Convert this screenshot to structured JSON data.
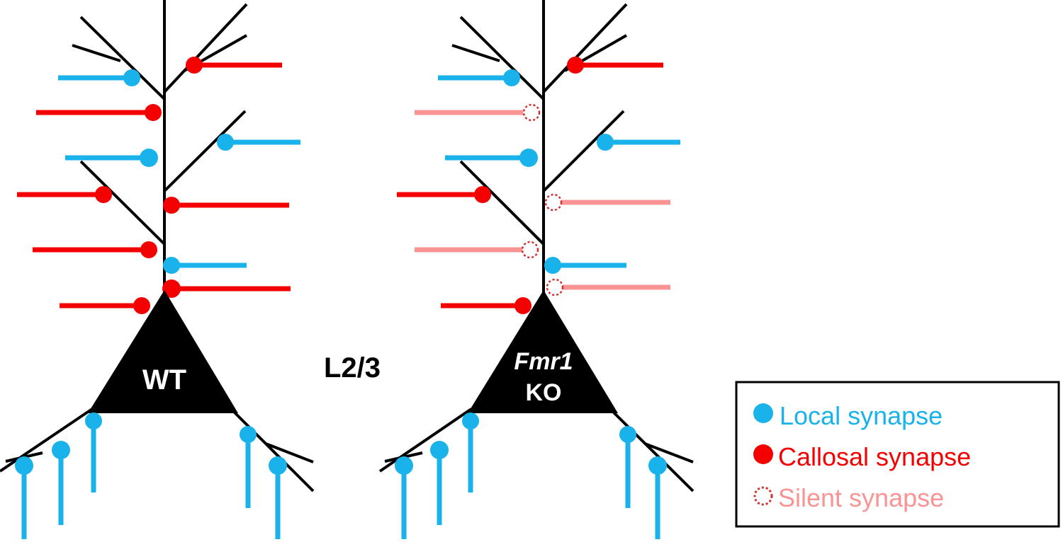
{
  "labels": {
    "wt": "WT",
    "layer": "L2/3",
    "ko_gene": "Fmr1",
    "ko_suffix": "KO"
  },
  "legend": {
    "local": "Local synapse",
    "callosal": "Callosal synapse",
    "silent": "Silent synapse"
  },
  "colors": {
    "local": "#1ab2ea",
    "callosal": "#f40000",
    "silent": "#fa9494",
    "silent_dot": "#d03030",
    "neuron": "#000000"
  }
}
